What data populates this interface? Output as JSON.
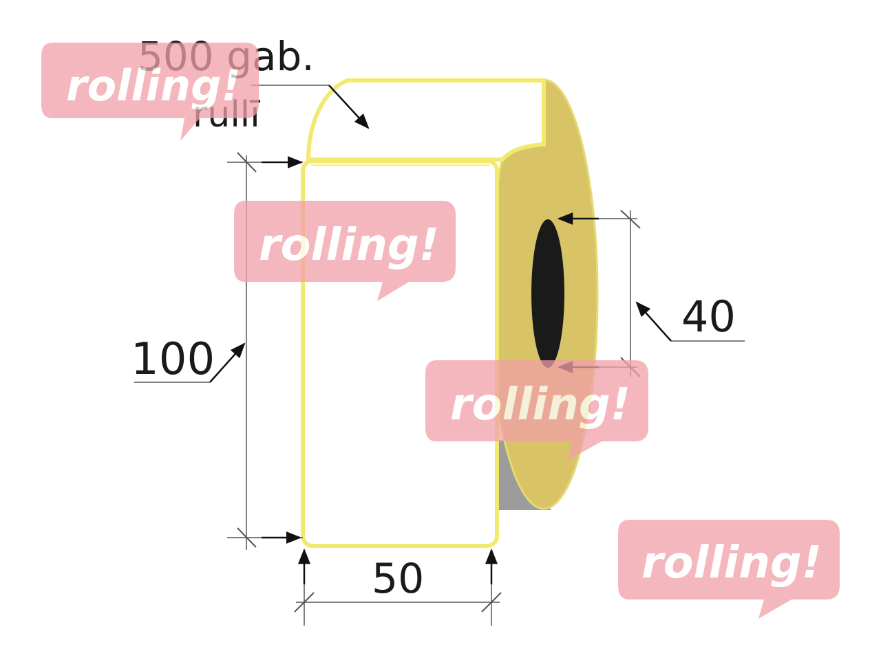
{
  "diagram": {
    "roll_count_value": "500 gab.",
    "roll_count_unit": "rullī",
    "height_label": "100",
    "width_label": "50",
    "core_label": "40"
  },
  "watermark": {
    "text": "rolling!",
    "color": "#f0a0a8"
  },
  "colors": {
    "label_edge": "#f2ea6e",
    "roll_face": "#d8c467",
    "roll_shadow": "#9c9c9c",
    "core_hole": "#1a1a1a",
    "dimension_line": "#555555"
  }
}
